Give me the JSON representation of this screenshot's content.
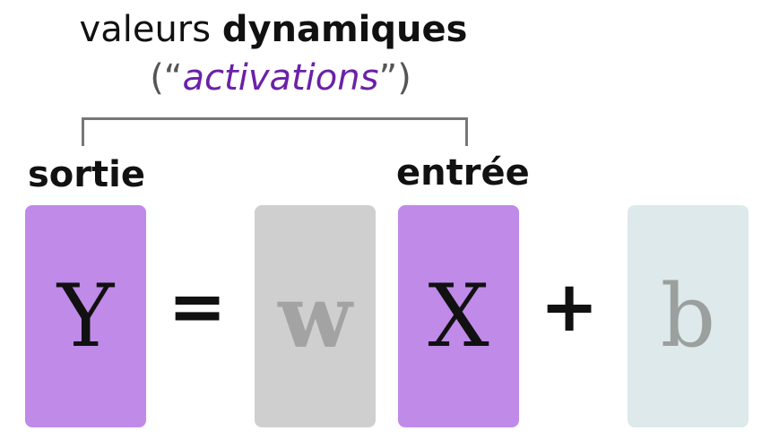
{
  "header": {
    "line1_regular": "valeurs ",
    "line1_bold": "dynamiques",
    "line2_open": "(“",
    "line2_italic": "activations",
    "line2_close": "”)"
  },
  "labels": {
    "output": "sortie",
    "input": "entrée"
  },
  "equation": {
    "output_symbol": "Y",
    "equals": "=",
    "weight_symbol": "w",
    "input_symbol": "X",
    "plus": "+",
    "bias_symbol": "b"
  },
  "colors": {
    "activation_box": "#c08ae8",
    "weight_box": "#cfcfcf",
    "bias_box": "#dde9ea",
    "accent_text": "#6b21a8",
    "bracket": "#777777"
  }
}
